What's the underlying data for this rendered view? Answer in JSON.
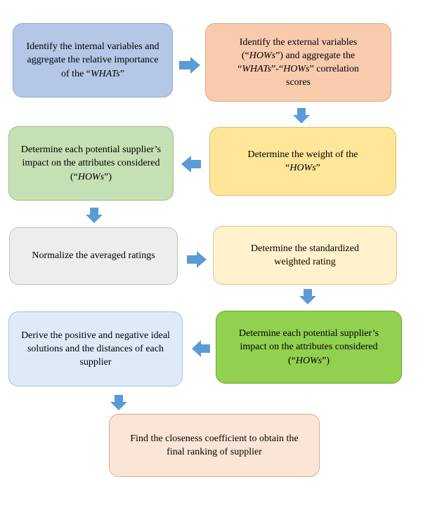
{
  "steps": {
    "s1": {
      "pre": "Identify the internal variables and aggregate the relative importance of the “",
      "em": "WHATs",
      "post": "”"
    },
    "s2": {
      "pre": "Identify the external variables (“",
      "em1": "HOWs",
      "mid1": "”) and aggregate the “",
      "em2": "WHATs",
      "mid2": "”-“",
      "em3": "HOWs",
      "post": "” correlation scores"
    },
    "s3": {
      "pre": "Determine the weight of the “",
      "em": "HOWs",
      "post": "”"
    },
    "s4": {
      "pre": "Determine each potential supplier’s impact on the attributes considered (“",
      "em": "HOWs",
      "post": "”)"
    },
    "s5": {
      "text": "Normalize the averaged ratings"
    },
    "s6": {
      "text": "Determine the standardized weighted rating"
    },
    "s7": {
      "pre": "Determine each potential supplier’s impact on the attributes considered (“",
      "em": "HOWs",
      "post": "”)"
    },
    "s8": {
      "text": "Derive the positive and negative ideal solutions and the distances of each supplier"
    },
    "s9": {
      "text": "Find the closeness coefficient to obtain the final ranking of supplier"
    }
  },
  "colors": {
    "arrow": "#5b9bd5",
    "s1": "#b4c7e7",
    "s2": "#f8cbad",
    "s3": "#ffe699",
    "s4": "#c5e0b4",
    "s5": "#ededed",
    "s6": "#fff2cc",
    "s7": "#92d050",
    "s8": "#deebf7",
    "s9": "#fbe5d6"
  }
}
